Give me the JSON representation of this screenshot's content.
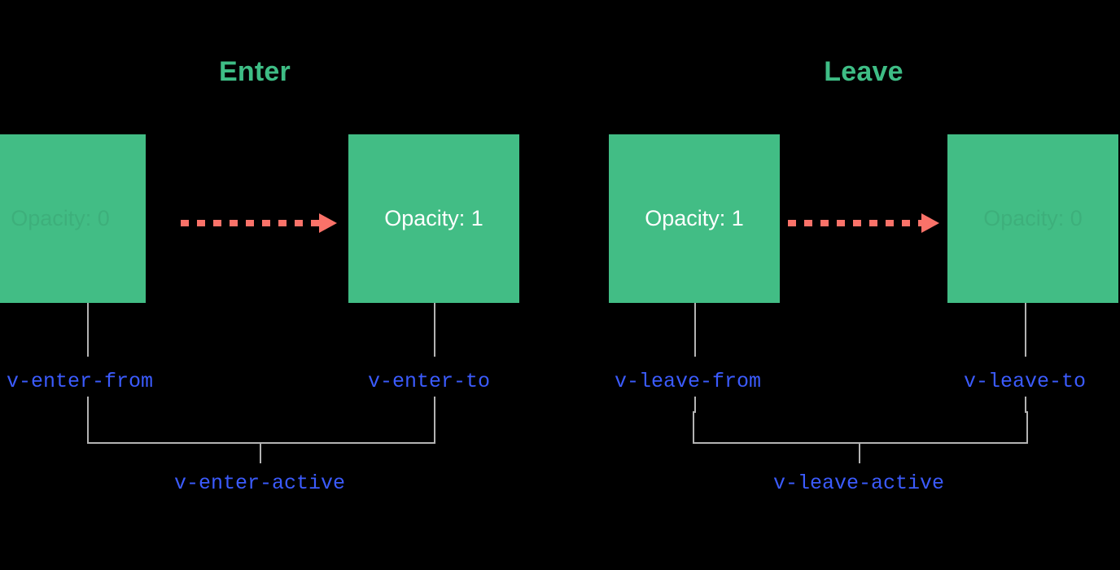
{
  "diagram": {
    "title_enter": "Enter",
    "title_leave": "Leave",
    "accent_green": "#42bd85",
    "accent_blue": "#3b5bfd",
    "accent_coral": "#fa7269",
    "connector_gray": "#b3b3b3",
    "background": "#000000"
  },
  "enter": {
    "title": "Enter",
    "from": {
      "box_label": "Opacity: 0",
      "class_label": "v-enter-from",
      "opacity_value": 0
    },
    "to": {
      "box_label": "Opacity: 1",
      "class_label": "v-enter-to",
      "opacity_value": 1
    },
    "active_label": "v-enter-active",
    "arrow": "dashed-arrow-right"
  },
  "leave": {
    "title": "Leave",
    "from": {
      "box_label": "Opacity: 1",
      "class_label": "v-leave-from",
      "opacity_value": 1
    },
    "to": {
      "box_label": "Opacity: 0",
      "class_label": "v-leave-to",
      "opacity_value": 0
    },
    "active_label": "v-leave-active",
    "arrow": "dashed-arrow-right"
  }
}
